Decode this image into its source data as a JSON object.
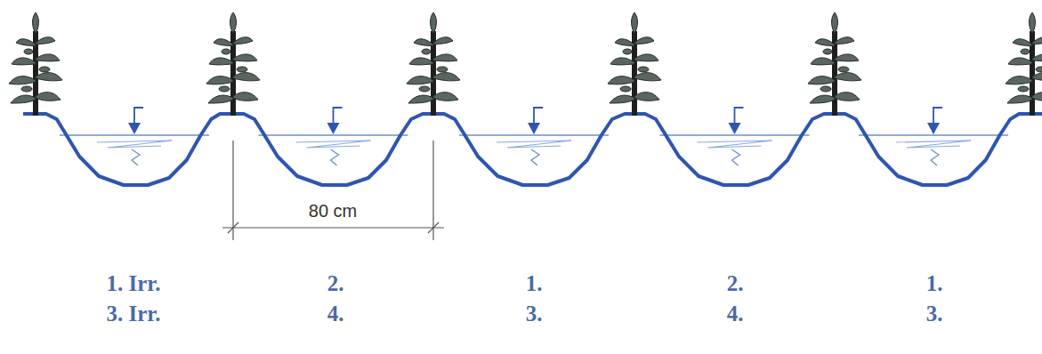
{
  "diagram": {
    "labels": [
      "80 cm",
      "1. Irr.",
      "2.",
      "1.",
      "2.",
      "1.",
      "3. Irr.",
      "4.",
      "3.",
      "4.",
      "3."
    ]
  }
}
